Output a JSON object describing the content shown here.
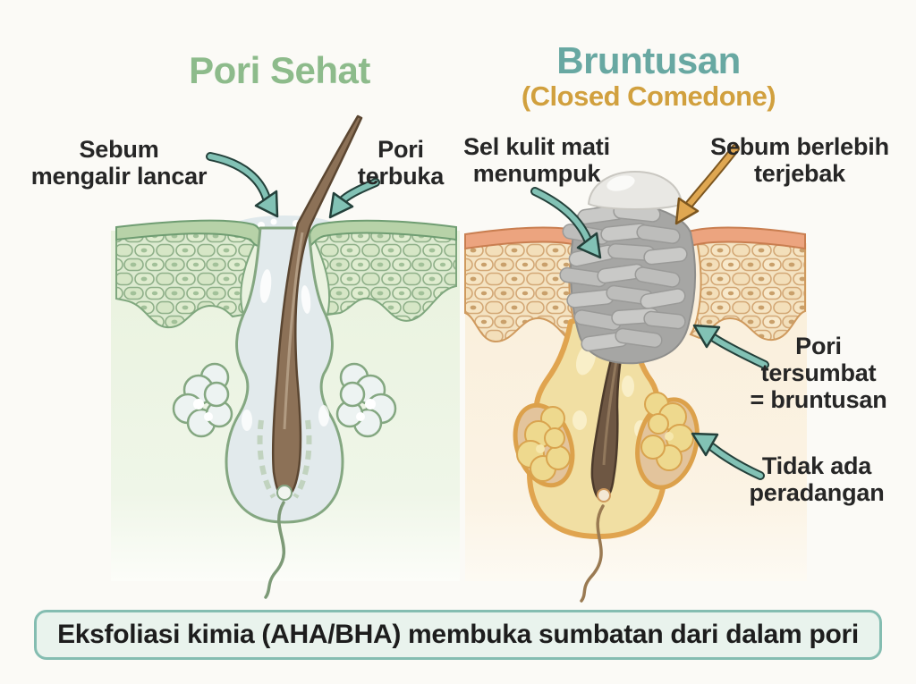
{
  "page": {
    "background_color": "#fbfaf6"
  },
  "titles": {
    "left": {
      "text": "Pori Sehat",
      "color": "#8dbb8b"
    },
    "right_main": {
      "text": "Bruntusan",
      "color": "#68a8a2"
    },
    "right_sub": {
      "text": "(Closed Comedone)",
      "color": "#d1a03e"
    }
  },
  "annotations": {
    "sebum_flow": {
      "lines": [
        "Sebum",
        "mengalir lancar"
      ]
    },
    "open_pore": {
      "lines": [
        "Pori",
        "terbuka"
      ]
    },
    "dead_cells": {
      "lines": [
        "Sel kulit mati",
        "menumpuk"
      ]
    },
    "trapped_sebum": {
      "lines": [
        "Sebum berlebih",
        "terjebak"
      ]
    },
    "clogged_pore": {
      "lines": [
        "Pori",
        "tersumbat",
        "= bruntusan"
      ]
    },
    "no_inflammation": {
      "lines": [
        "Tidak ada",
        "peradangan"
      ]
    }
  },
  "footer": {
    "text": "Eksfoliasi kimia (AHA/BHA) membuka sumbatan dari dalam pori",
    "background": "#e9f3ed",
    "border_color": "#84bdb1"
  },
  "colors": {
    "arrow_teal": "#82c2b5",
    "arrow_teal_outline": "#24413b",
    "arrow_gold": "#dfa751",
    "arrow_gold_outline": "#7c561f",
    "label_text": "#262626",
    "healthy_surface_green": "#b7d2a8",
    "healthy_cell_green": "#d9e8c9",
    "comedone_surface_salmon": "#eca47f",
    "comedone_cell_tan": "#f5e4c3",
    "dead_cell_gray": "#c4c4c2",
    "sebum_trapped_yellow": "#f1dfa3",
    "sebum_clear_blue": "#e2eaec",
    "hair_brown_left": "#8c7157",
    "hair_brown_right": "#6e5743",
    "follicle_wall_orange": "#e0a44f"
  }
}
